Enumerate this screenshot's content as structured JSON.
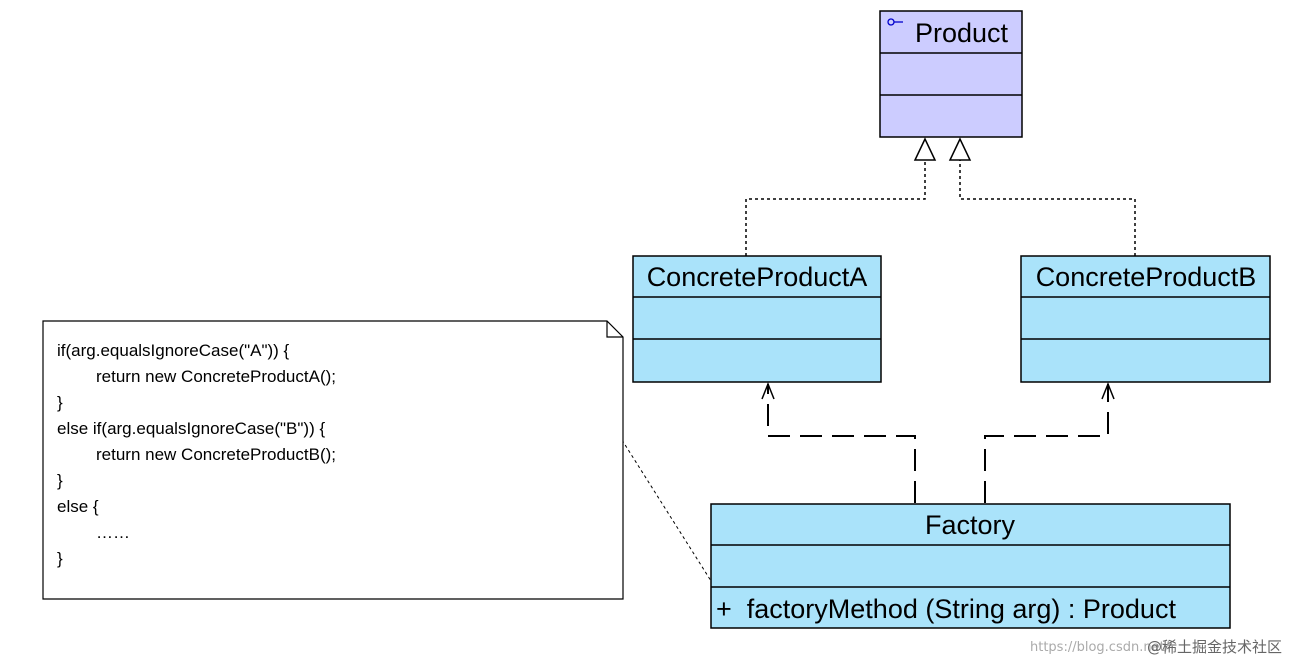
{
  "classes": {
    "product": {
      "name": "Product",
      "fill": "#ccccff"
    },
    "concrete_a": {
      "name": "ConcreteProductA",
      "fill": "#aae3fa"
    },
    "concrete_b": {
      "name": "ConcreteProductB",
      "fill": "#aae3fa"
    },
    "factory": {
      "name": "Factory",
      "fill": "#aae3fa",
      "operation": "+  factoryMethod (String arg) : Product"
    }
  },
  "note": {
    "lines": [
      "if(arg.equalsIgnoreCase(\"A\")) {",
      "return new ConcreteProductA();",
      "}",
      "else if(arg.equalsIgnoreCase(\"B\")) {",
      "return new ConcreteProductB();",
      "}",
      "else {",
      "……",
      "}"
    ]
  },
  "watermark": {
    "url": "https://blog.csdn.net/",
    "text": "@稀土掘金技术社区"
  },
  "colors": {
    "interface_fill": "#ccccff",
    "class_fill": "#aae3fa",
    "interface_icon": "#0000cc"
  }
}
